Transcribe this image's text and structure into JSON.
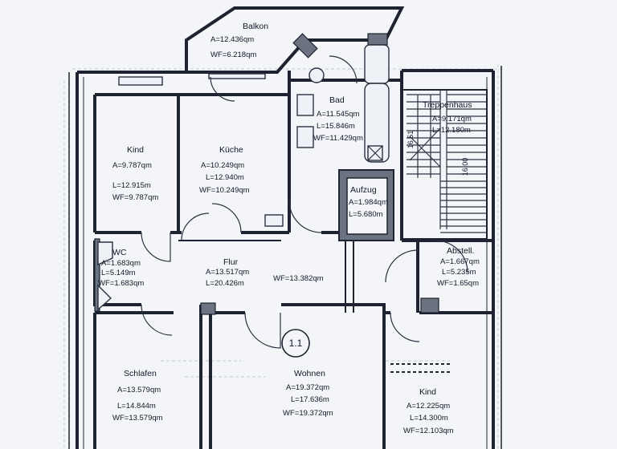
{
  "plan": {
    "unit_label": "1.1",
    "stair_dims": [
      "16.51",
      "16.00"
    ],
    "rooms": {
      "balkon": {
        "name": "Balkon",
        "a": "A=12.436qm",
        "l": "",
        "wf": "WF=6.218qm"
      },
      "kind_top": {
        "name": "Kind",
        "a": "A=9.787qm",
        "l": "L=12.915m",
        "wf": "WF=9.787qm"
      },
      "kueche": {
        "name": "Küche",
        "a": "A=10.249qm",
        "l": "L=12.940m",
        "wf": "WF=10.249qm"
      },
      "bad": {
        "name": "Bad",
        "a": "A=11.545qm",
        "l": "L=15.846m",
        "wf": "WF=11.429qm"
      },
      "treppenhaus": {
        "name": "Treppenhaus",
        "a": "A=9.171qm",
        "l": "L=12.180m",
        "wf": ""
      },
      "aufzug": {
        "name": "Aufzug",
        "a": "A=1.984qm",
        "l": "L=5.680m",
        "wf": ""
      },
      "wc": {
        "name": "WC",
        "a": "A=1.683qm",
        "l": "L=5.149m",
        "wf": "WF=1.683qm"
      },
      "flur": {
        "name": "Flur",
        "a": "A=13.517qm",
        "l": "L=20.426m",
        "wf": "WF=13.382qm"
      },
      "abstell": {
        "name": "Abstell.",
        "a": "A=1.667qm",
        "l": "L=5.235m",
        "wf": "WF=1.65qm"
      },
      "schlafen": {
        "name": "Schlafen",
        "a": "A=13.579qm",
        "l": "L=14.844m",
        "wf": "WF=13.579qm"
      },
      "wohnen": {
        "name": "Wohnen",
        "a": "A=19.372qm",
        "l": "L=17.636m",
        "wf": "WF=19.372qm"
      },
      "kind_bottom": {
        "name": "Kind",
        "a": "A=12.225qm",
        "l": "L=14.300m",
        "wf": "WF=12.103qm"
      }
    }
  }
}
